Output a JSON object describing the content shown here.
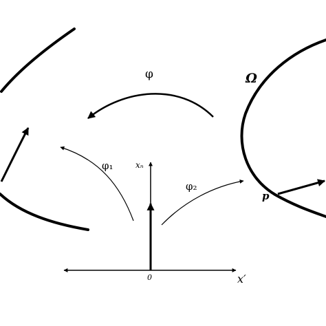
{
  "labels": {
    "phi": "φ",
    "phi1": "φ₁",
    "phi2": "φ₂",
    "omega": "Ω",
    "point_p": "p",
    "origin": "0",
    "x_prime": "x′",
    "x_n": "xₙ"
  },
  "colors": {
    "ink": "#000000",
    "background": "#ffffff"
  }
}
